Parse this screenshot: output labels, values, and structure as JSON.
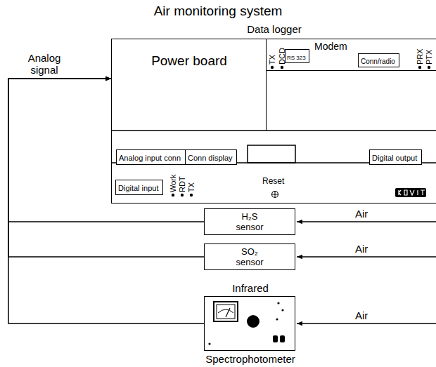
{
  "diagram": {
    "title": "Air monitoring system",
    "nodes": [
      {
        "text": [
          "Data logger"
        ]
      },
      {
        "text": [
          "Power board"
        ],
        "in": 0
      },
      {
        "text": [
          "Modem"
        ],
        "in": 0
      },
      {
        "text": [
          "RS 323"
        ],
        "in": 2
      },
      {
        "text": [
          "Conn/radio"
        ],
        "in": 2
      },
      {
        "text": [
          "Analog input conn"
        ],
        "in": 0
      },
      {
        "text": [
          "Conn display"
        ],
        "in": 0
      },
      {
        "text": [
          "Digital output"
        ],
        "in": 0
      },
      {
        "text": [
          "Digital input"
        ],
        "in": 0
      },
      {
        "text": [
          "H₂S sensor"
        ]
      },
      {
        "text": [
          "SO₂ sensor"
        ]
      },
      {
        "text": [
          "Infrared",
          "Spectrophotometer"
        ]
      }
    ],
    "edges": [
      {
        "from": 9,
        "to": 0,
        "arrow": "to"
      },
      {
        "from": 10,
        "to": 0,
        "arrow": "to"
      },
      {
        "from": 11,
        "to": 0,
        "arrow": "to"
      }
    ],
    "labels": [
      "Analog signal",
      "TX",
      "DCD",
      "PRX",
      "PTX",
      "Work",
      "RDT",
      "TX",
      "Reset",
      "Air",
      "Air",
      "Air"
    ]
  }
}
